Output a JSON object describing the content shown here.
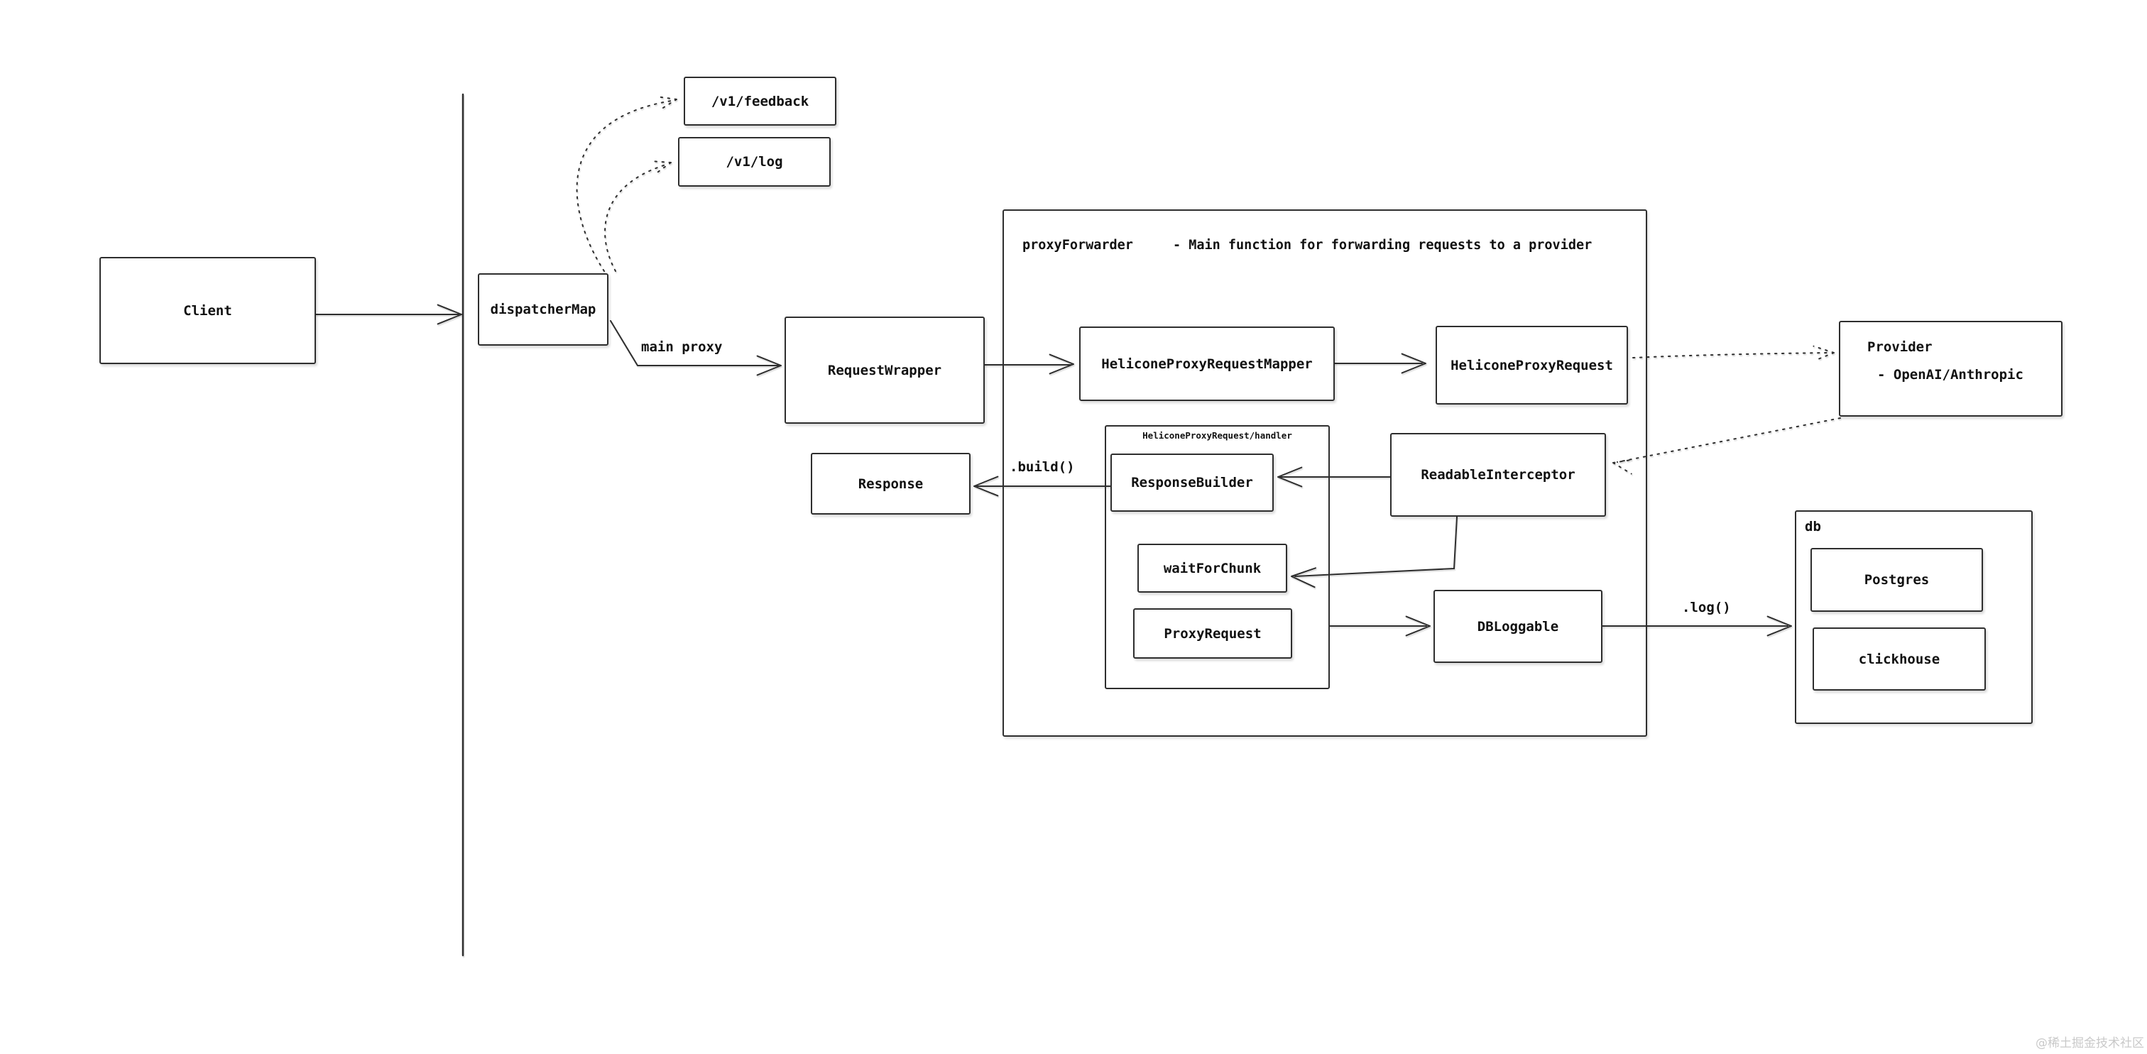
{
  "colors": {
    "background": "#ffffff",
    "line": "#2e2e2e",
    "text": "#111111",
    "watermark": "#c9c9c9"
  },
  "nodes": {
    "client": "Client",
    "dispatcher_map": "dispatcherMap",
    "v1_feedback": "/v1/feedback",
    "v1_log": "/v1/log",
    "request_wrapper": "RequestWrapper",
    "mapper": "HeliconeProxyRequestMapper",
    "helicone_proxy_request": "HeliconeProxyRequest",
    "response": "Response",
    "response_builder": "ResponseBuilder",
    "readable_interceptor": "ReadableInterceptor",
    "wait_for_chunk": "waitForChunk",
    "proxy_request": "ProxyRequest",
    "db_loggable": "DBLoggable",
    "postgres": "Postgres",
    "clickhouse": "clickhouse"
  },
  "containers": {
    "proxy_forwarder_title": "proxyForwarder",
    "proxy_forwarder_subtitle": "- Main function for forwarding requests to a provider",
    "handler_label": "HeliconeProxyRequest/handler",
    "db_label": "db"
  },
  "provider": {
    "title": "Provider",
    "subtitle": "- OpenAI/Anthropic"
  },
  "edge_labels": {
    "main_proxy": "main proxy",
    "build": ".build()",
    "log": ".log()"
  },
  "watermark": "@稀土掘金技术社区"
}
